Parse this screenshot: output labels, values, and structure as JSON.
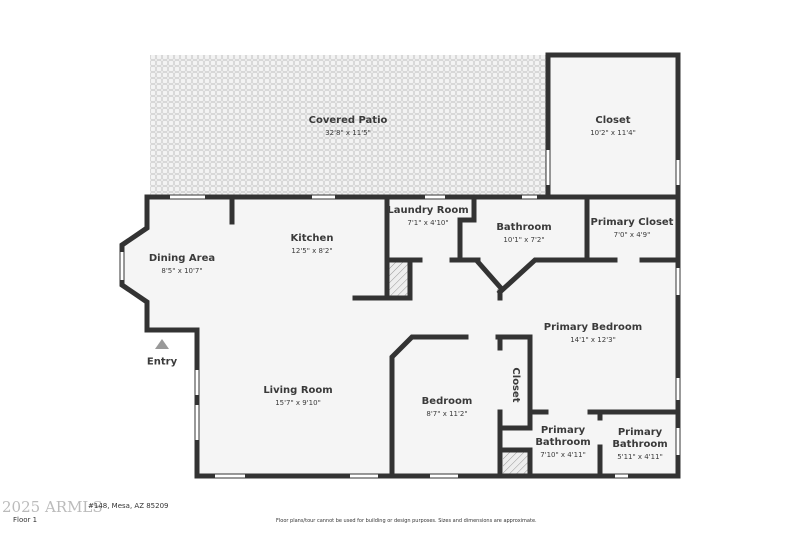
{
  "rooms": {
    "patio": {
      "name": "Covered Patio",
      "dims": "32'8\" x 11'5\""
    },
    "closet_top": {
      "name": "Closet",
      "dims": "10'2\" x 11'4\""
    },
    "dining": {
      "name": "Dining Area",
      "dims": "8'5\" x 10'7\""
    },
    "kitchen": {
      "name": "Kitchen",
      "dims": "12'5\" x 8'2\""
    },
    "laundry": {
      "name": "Laundry Room",
      "dims": "7'1\" x 4'10\""
    },
    "bathroom": {
      "name": "Bathroom",
      "dims": "10'1\" x 7'2\""
    },
    "primary_closet": {
      "name": "Primary Closet",
      "dims": "7'0\" x 4'9\""
    },
    "primary_bedroom": {
      "name": "Primary Bedroom",
      "dims": "14'1\" x 12'3\""
    },
    "living": {
      "name": "Living Room",
      "dims": "15'7\" x 9'10\""
    },
    "bedroom": {
      "name": "Bedroom",
      "dims": "8'7\" x 11'2\""
    },
    "closet_small": {
      "name": "Closet"
    },
    "primary_bath_1": {
      "name": "Primary Bathroom",
      "dims": "7'10\" x 4'11\""
    },
    "primary_bath_2": {
      "name": "Primary Bathroom",
      "dims": "5'11\" x 4'11\""
    }
  },
  "entry_label": "Entry",
  "footer": {
    "address": "#148, Mesa, AZ 85209",
    "floor": "Floor 1",
    "disclaimer": "Floor plans/tour cannot be used for building or design purposes. Sizes and dimensions are approximate.",
    "watermark": "2025 ARMLS"
  },
  "colors": {
    "wall": "#333333",
    "floor": "#f5f5f5",
    "patio": "#e4e4e4"
  }
}
